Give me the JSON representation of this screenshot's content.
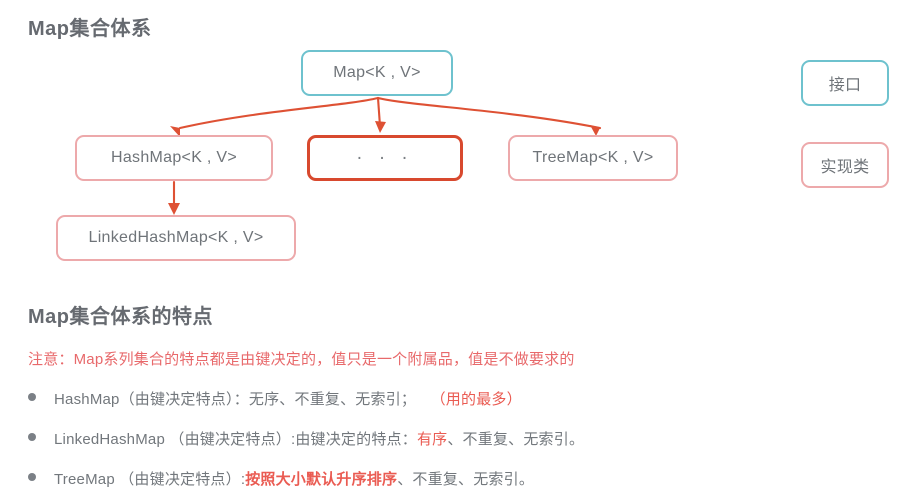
{
  "headings": {
    "map_system": "Map集合体系",
    "map_features": "Map集合体系的特点"
  },
  "diagram": {
    "nodes": [
      {
        "id": "map",
        "label": "Map<K , V>",
        "kind": "interface"
      },
      {
        "id": "hashmap",
        "label": "HashMap<K , V>",
        "kind": "impl"
      },
      {
        "id": "dots",
        "label": ". . .",
        "kind": "impl-highlight"
      },
      {
        "id": "treemap",
        "label": "TreeMap<K , V>",
        "kind": "impl"
      },
      {
        "id": "linkedhash",
        "label": "LinkedHashMap<K , V>",
        "kind": "impl"
      }
    ],
    "legend": [
      {
        "id": "interface",
        "label": "接口",
        "color": "#6ec2ce"
      },
      {
        "id": "impl",
        "label": "实现类",
        "color": "#eda9ab"
      }
    ],
    "arrow_color": "#de5134"
  },
  "features": {
    "note": "注意：Map系列集合的特点都是由键决定的，值只是一个附属品，值是不做要求的",
    "bullets": [
      {
        "id": "hashmap",
        "gray_1": "HashMap（由键决定特点）：无序、不重复、无索引；",
        "red": "（用的最多）",
        "gray_2": ""
      },
      {
        "id": "linkedhashmap",
        "gray_1": "LinkedHashMap （由键决定特点）:由键决定的特点：",
        "red": "有序",
        "gray_2": "、不重复、无索引。"
      },
      {
        "id": "treemap",
        "gray_1": "TreeMap （由键决定特点）:",
        "red": "按照大小默认升序排序",
        "gray_2": "、不重复、无索引。"
      }
    ]
  },
  "colors": {
    "heading": "#666a70",
    "body_text": "#72777c",
    "accent_red": "#ea5b52",
    "interface_border": "#6ec2ce",
    "impl_border": "#eda9ab",
    "highlight_border": "#d8492e"
  }
}
